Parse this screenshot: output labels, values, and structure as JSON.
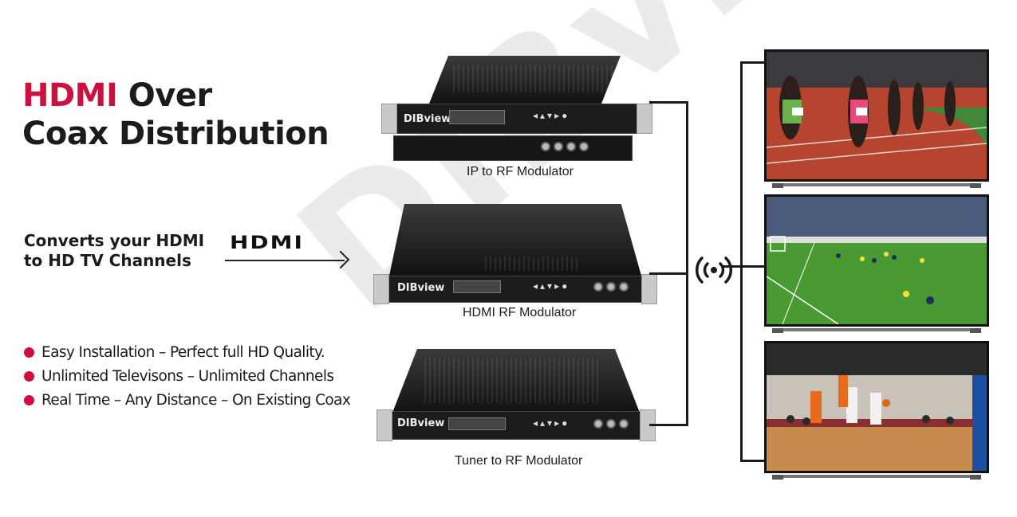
{
  "watermark": "DIBview",
  "headline": {
    "accent": "HDMI",
    "line1_rest": " Over",
    "line2": "Coax Distribution"
  },
  "converts": {
    "line1": "Converts your HDMI",
    "line2": "to HD TV Channels",
    "logo": "HDMI"
  },
  "features": [
    "Easy Installation – Perfect full HD Quality.",
    "Unlimited Televisons – Unlimited Channels",
    "Real Time – Any Distance – On Existing Coax"
  ],
  "devices": [
    {
      "label": "IP to RF Modulator",
      "brand": "DIBview"
    },
    {
      "label": "HDMI RF Modulator",
      "brand": "DIBview"
    },
    {
      "label": "Tuner to RF Modulator",
      "brand": "DIBview"
    }
  ],
  "tvs": [
    {
      "scene": "athletics-track"
    },
    {
      "scene": "soccer-stadium"
    },
    {
      "scene": "basketball-arena"
    }
  ],
  "colors": {
    "accent": "#cc1040",
    "text": "#1b1b1b"
  },
  "icons": {
    "wireless": "wireless-signal-icon",
    "arrow": "arrow-right-icon"
  }
}
